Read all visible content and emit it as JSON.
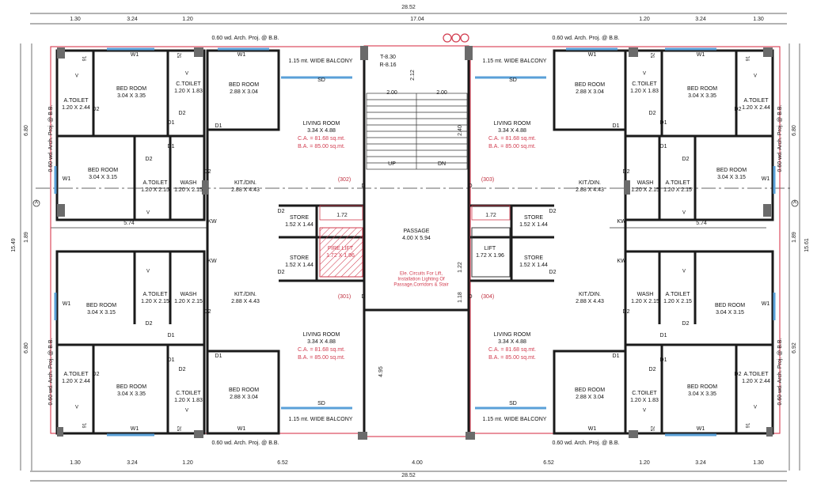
{
  "dims": {
    "top_total": "28.52",
    "top_stair": "17.04",
    "top_a": "1.30",
    "top_b": "3.24",
    "top_c": "1.20",
    "bottom_total": "28.52",
    "bottom_mid": "4.00",
    "bottom_side": "6.52",
    "left_total": "15.49",
    "right_total": "15.61",
    "left_upper": "6.80",
    "left_mid": "1.89",
    "left_lower": "6.80",
    "right_upper": "6.80",
    "right_mid": "1.89",
    "right_lower": "6.92",
    "axis_left": "5.74",
    "axis_right": "5.74",
    "stair_t": "T-8.30",
    "stair_r": "R-8.16",
    "stair_v1": "2.12",
    "stair_w1": "2.00",
    "stair_w2": "2.00",
    "stair_v2": "2.40",
    "lift_v1": "1.22",
    "lift_v2": "1.18",
    "passage_v": "4.95",
    "store_dim": "1.72",
    "small_91": "91",
    "small_52": "52"
  },
  "labels": {
    "arch_proj": "0.60 wd. Arch. Proj. @ B.B.",
    "wide_balcony": "1.15 mt. WIDE BALCONY",
    "living_room": "LIVING ROOM",
    "living_dim": "3.34 X 4.88",
    "ca": "C.A. = 81.68 sq.mt.",
    "ba": "B.A. = 85.00 sq.mt.",
    "bed_room": "BED ROOM",
    "bed_dim_a": "3.04 X 3.35",
    "bed_dim_b": "2.88 X 3.04",
    "bed_dim_c": "3.04 X 3.15",
    "atoilet": "A.TOILET",
    "atoilet_dim_a": "1.20 X 2.44",
    "atoilet_dim_b": "1.20 X 2.15",
    "ctoilet": "C.TOILET",
    "ctoilet_dim": "1.20 X 1.83",
    "wash": "WASH",
    "wash_dim": "1.20 X 2.15",
    "kit": "KIT./DIN.",
    "kit_dim": "2.88 X 4.43",
    "store": "STORE",
    "store_dim": "1.52 X 1.44",
    "fire_lift": "FIRE LIFT",
    "fire_lift_dim": "1.72 X 1.96",
    "lift": "LIFT",
    "lift_dim": "1.72 X 1.96",
    "passage": "PASSAGE",
    "passage_dim": "4.00 X 5.94",
    "up": "UP",
    "dn": "DN",
    "sd": "SD",
    "w1": "W1",
    "d1": "D1",
    "d2": "D2",
    "kw": "KW",
    "d": "D",
    "v": "V",
    "flat_301": "(301)",
    "flat_302": "(302)",
    "flat_303": "(303)",
    "flat_304": "(304)",
    "ele_note": "Ele. Circuits For Lift,\nInstallation Lighting Of\nPassage,Corridors & Stair",
    "axis_a": "A"
  },
  "colors": {
    "wall": "#1a1a1a",
    "wall_red": "#d83a4e",
    "window": "#5aa0d8",
    "hatch": "#d23c4f",
    "column": "#6b6b6b"
  }
}
